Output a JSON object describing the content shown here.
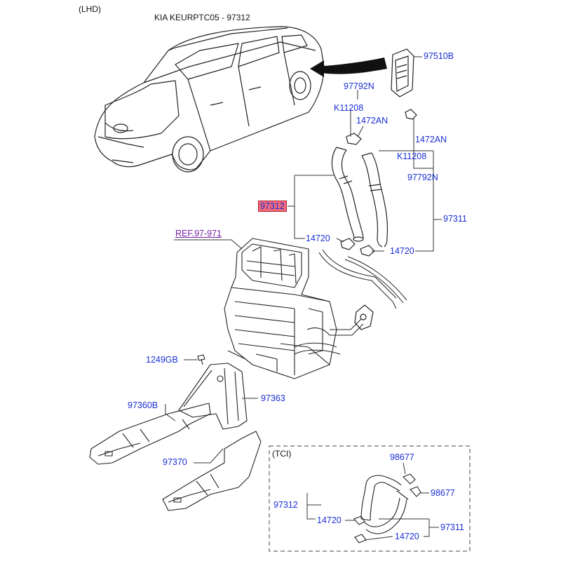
{
  "header": {
    "variant": "(LHD)",
    "model_ref": "KIA KEURPTC05 - 97312"
  },
  "parts": {
    "p97510B": "97510B",
    "p97792N_top": "97792N",
    "pK11208_top": "K11208",
    "p1472AN_top": "1472AN",
    "p1472AN_right": "1472AN",
    "pK11208_right": "K11208",
    "p97792N_right": "97792N",
    "p97312_highlight": "97312",
    "p97311": "97311",
    "p14720_left": "14720",
    "p14720_right": "14720",
    "ref_97971": "REF.97-971",
    "p1249GB": "1249GB",
    "p97363": "97363",
    "p97360B": "97360B",
    "p97370": "97370"
  },
  "tci": {
    "label": "(TCI)",
    "p98677_top": "98677",
    "p98677_right": "98677",
    "p97312": "97312",
    "p14720_left": "14720",
    "p97311": "97311",
    "p14720_bottom": "14720"
  },
  "colors": {
    "part_number": "#1a2fd6",
    "reference": "#7a1fa8",
    "highlight": "#f36b7a",
    "line": "#222222"
  }
}
